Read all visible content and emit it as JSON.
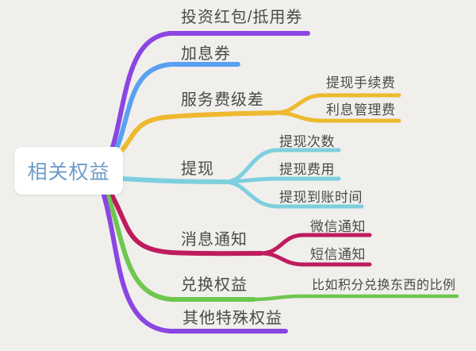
{
  "app": {
    "background_color": "#f0efec",
    "label_text_color": "#4a4a4a"
  },
  "root": {
    "label": "相关权益",
    "text_color": "#6d9cc5",
    "box_color": "#ffffff"
  },
  "branches": [
    {
      "label": "投资红包/抵用券",
      "color": "#8b46e2",
      "children": []
    },
    {
      "label": "加息券",
      "color": "#59a0f0",
      "children": []
    },
    {
      "label": "服务费级差",
      "color": "#eeb92f",
      "children": [
        {
          "label": "提现手续费"
        },
        {
          "label": "利息管理费"
        }
      ]
    },
    {
      "label": "提现",
      "color": "#7ecfde",
      "children": [
        {
          "label": "提现次数"
        },
        {
          "label": "提现费用"
        },
        {
          "label": "提现到账时间"
        }
      ]
    },
    {
      "label": "消息通知",
      "color": "#be1c5e",
      "children": [
        {
          "label": "微信通知"
        },
        {
          "label": "短信通知"
        }
      ]
    },
    {
      "label": "兑换权益",
      "color": "#6ec74e",
      "children": [
        {
          "label": "比如积分兑换东西的比例"
        }
      ]
    },
    {
      "label": "其他特殊权益",
      "color": "#8b46e2",
      "children": []
    }
  ]
}
